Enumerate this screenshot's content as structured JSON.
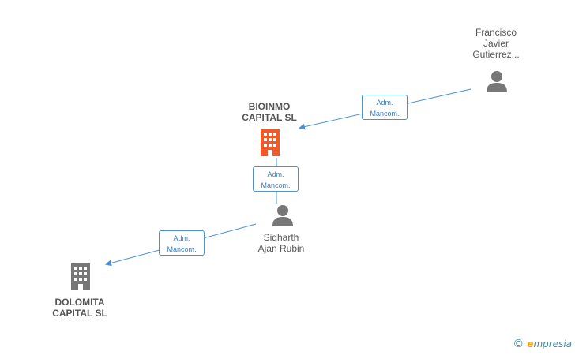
{
  "nodes": {
    "francisco": {
      "label": "Francisco\nJavier\nGutierrez..."
    },
    "bioinmo": {
      "label": "BIOINMO\nCAPITAL  SL"
    },
    "sidharth": {
      "label": "Sidharth\nAjan Rubin"
    },
    "dolomita": {
      "label": "DOLOMITA\nCAPITAL  SL"
    }
  },
  "relations": {
    "rel1": {
      "line1": "Adm.",
      "line2": "Mancom."
    },
    "rel2": {
      "line1": "Adm.",
      "line2": "Mancom."
    },
    "rel3": {
      "line1": "Adm.",
      "line2": "Mancom."
    }
  },
  "colors": {
    "person_icon": "#777777",
    "main_company_icon": "#f05a28",
    "company_icon": "#777777",
    "edge": "#4a90d9"
  },
  "icons": {
    "person": "person-icon",
    "company": "building-icon"
  },
  "brand": {
    "copyright": "©",
    "e_letter": "e",
    "rest": "mpresia"
  }
}
